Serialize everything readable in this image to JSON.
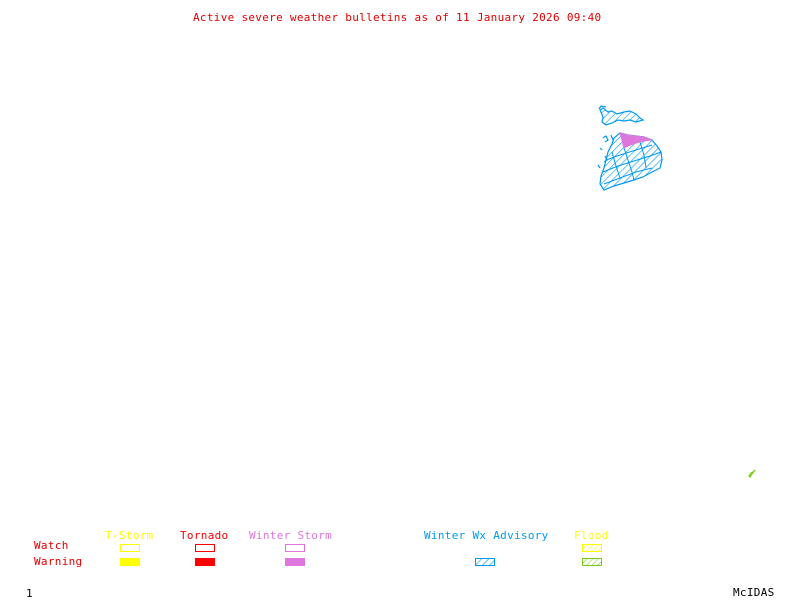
{
  "title": "Active severe weather bulletins as of 11 January 2026 09:40",
  "colors": {
    "title": "#e00000",
    "tstorm": "#ffff00",
    "tornado": "#ff0000",
    "winter_storm": "#dd77dd",
    "winter_wx_advisory": "#0099ee",
    "flood_watch": "#ffff00",
    "flood_warning": "#77cc11"
  },
  "legend": {
    "row_labels": {
      "watch": "Watch",
      "warning": "Warning"
    },
    "categories": [
      {
        "key": "tstorm",
        "label": "T-Storm",
        "watch_style": "outline",
        "warning_style": "filled"
      },
      {
        "key": "tornado",
        "label": "Tornado",
        "watch_style": "outline",
        "warning_style": "filled"
      },
      {
        "key": "winter_storm",
        "label": "Winter Storm",
        "watch_style": "outline",
        "warning_style": "filled"
      },
      {
        "key": "winter_wx_advisory",
        "label": "Winter Wx Advisory",
        "watch_style": "none",
        "warning_style": "hatched"
      },
      {
        "key": "flood",
        "label": "Flood",
        "watch_style": "hatched",
        "warning_style": "hatched"
      }
    ]
  },
  "map_features": [
    {
      "type": "winter_wx_advisory",
      "description": "hatched advisory area, northern island"
    },
    {
      "type": "winter_wx_advisory",
      "description": "hatched advisory area, mainland region"
    },
    {
      "type": "winter_storm_warning",
      "description": "filled warning area, northern mainland"
    },
    {
      "type": "flood_warning",
      "description": "small flood area, southeast"
    }
  ],
  "footer": {
    "frame_number": "1",
    "software": "McIDAS"
  }
}
